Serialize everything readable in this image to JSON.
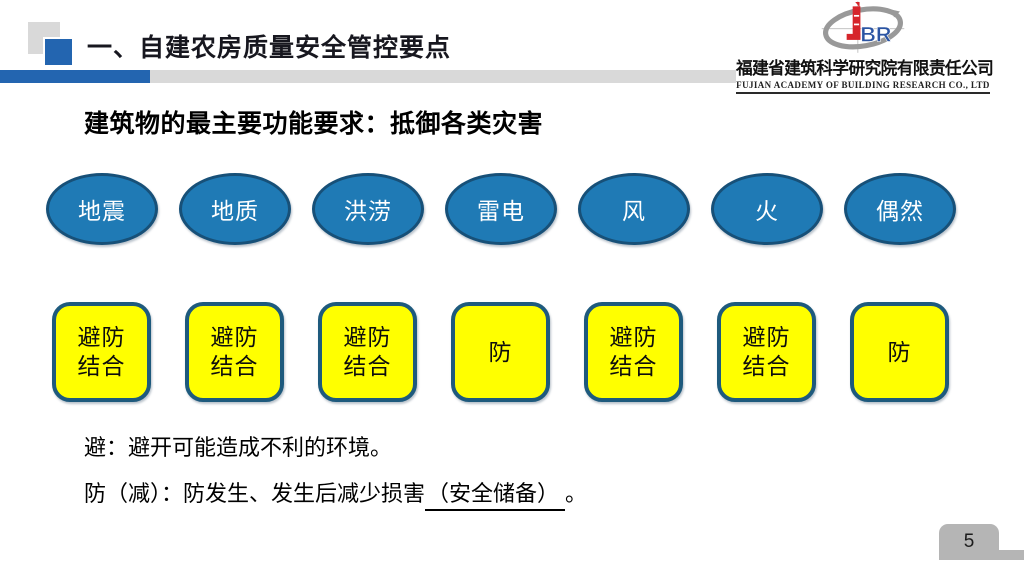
{
  "header": {
    "title": "一、自建农房质量安全管控要点",
    "logo": {
      "company_cn": "福建省建筑科学研究院有限责任公司",
      "company_en": "FUJIAN ACADEMY OF BUILDING RESEARCH CO., LTD",
      "monogram": "BR"
    }
  },
  "slide": {
    "heading": "建筑物的最主要功能要求：抵御各类灾害",
    "hazards": [
      "地震",
      "地质",
      "洪涝",
      "雷电",
      "风",
      "火",
      "偶然"
    ],
    "measures": [
      [
        "避防",
        "结合"
      ],
      [
        "避防",
        "结合"
      ],
      [
        "避防",
        "结合"
      ],
      [
        "防"
      ],
      [
        "避防",
        "结合"
      ],
      [
        "避防",
        "结合"
      ],
      [
        "防"
      ]
    ],
    "notes": {
      "line1": "避：避开可能造成不利的环境。",
      "line2_before": "防（减）：防发生、发生后减少损害",
      "line2_underline": "（安全储备）",
      "line2_after": "。"
    },
    "page_number": "5"
  },
  "colors": {
    "accent_blue": "#2365b0",
    "divider_grey": "#d9d9d9",
    "hazard_fill": "#1f7ab5",
    "hazard_border": "#175078",
    "measure_fill": "#ffff00",
    "measure_border": "#1e5a7d",
    "page_tab_grey": "#b5b5b5",
    "logo_red": "#d6252b",
    "logo_blue": "#2b54a3",
    "logo_grey": "#999999"
  }
}
